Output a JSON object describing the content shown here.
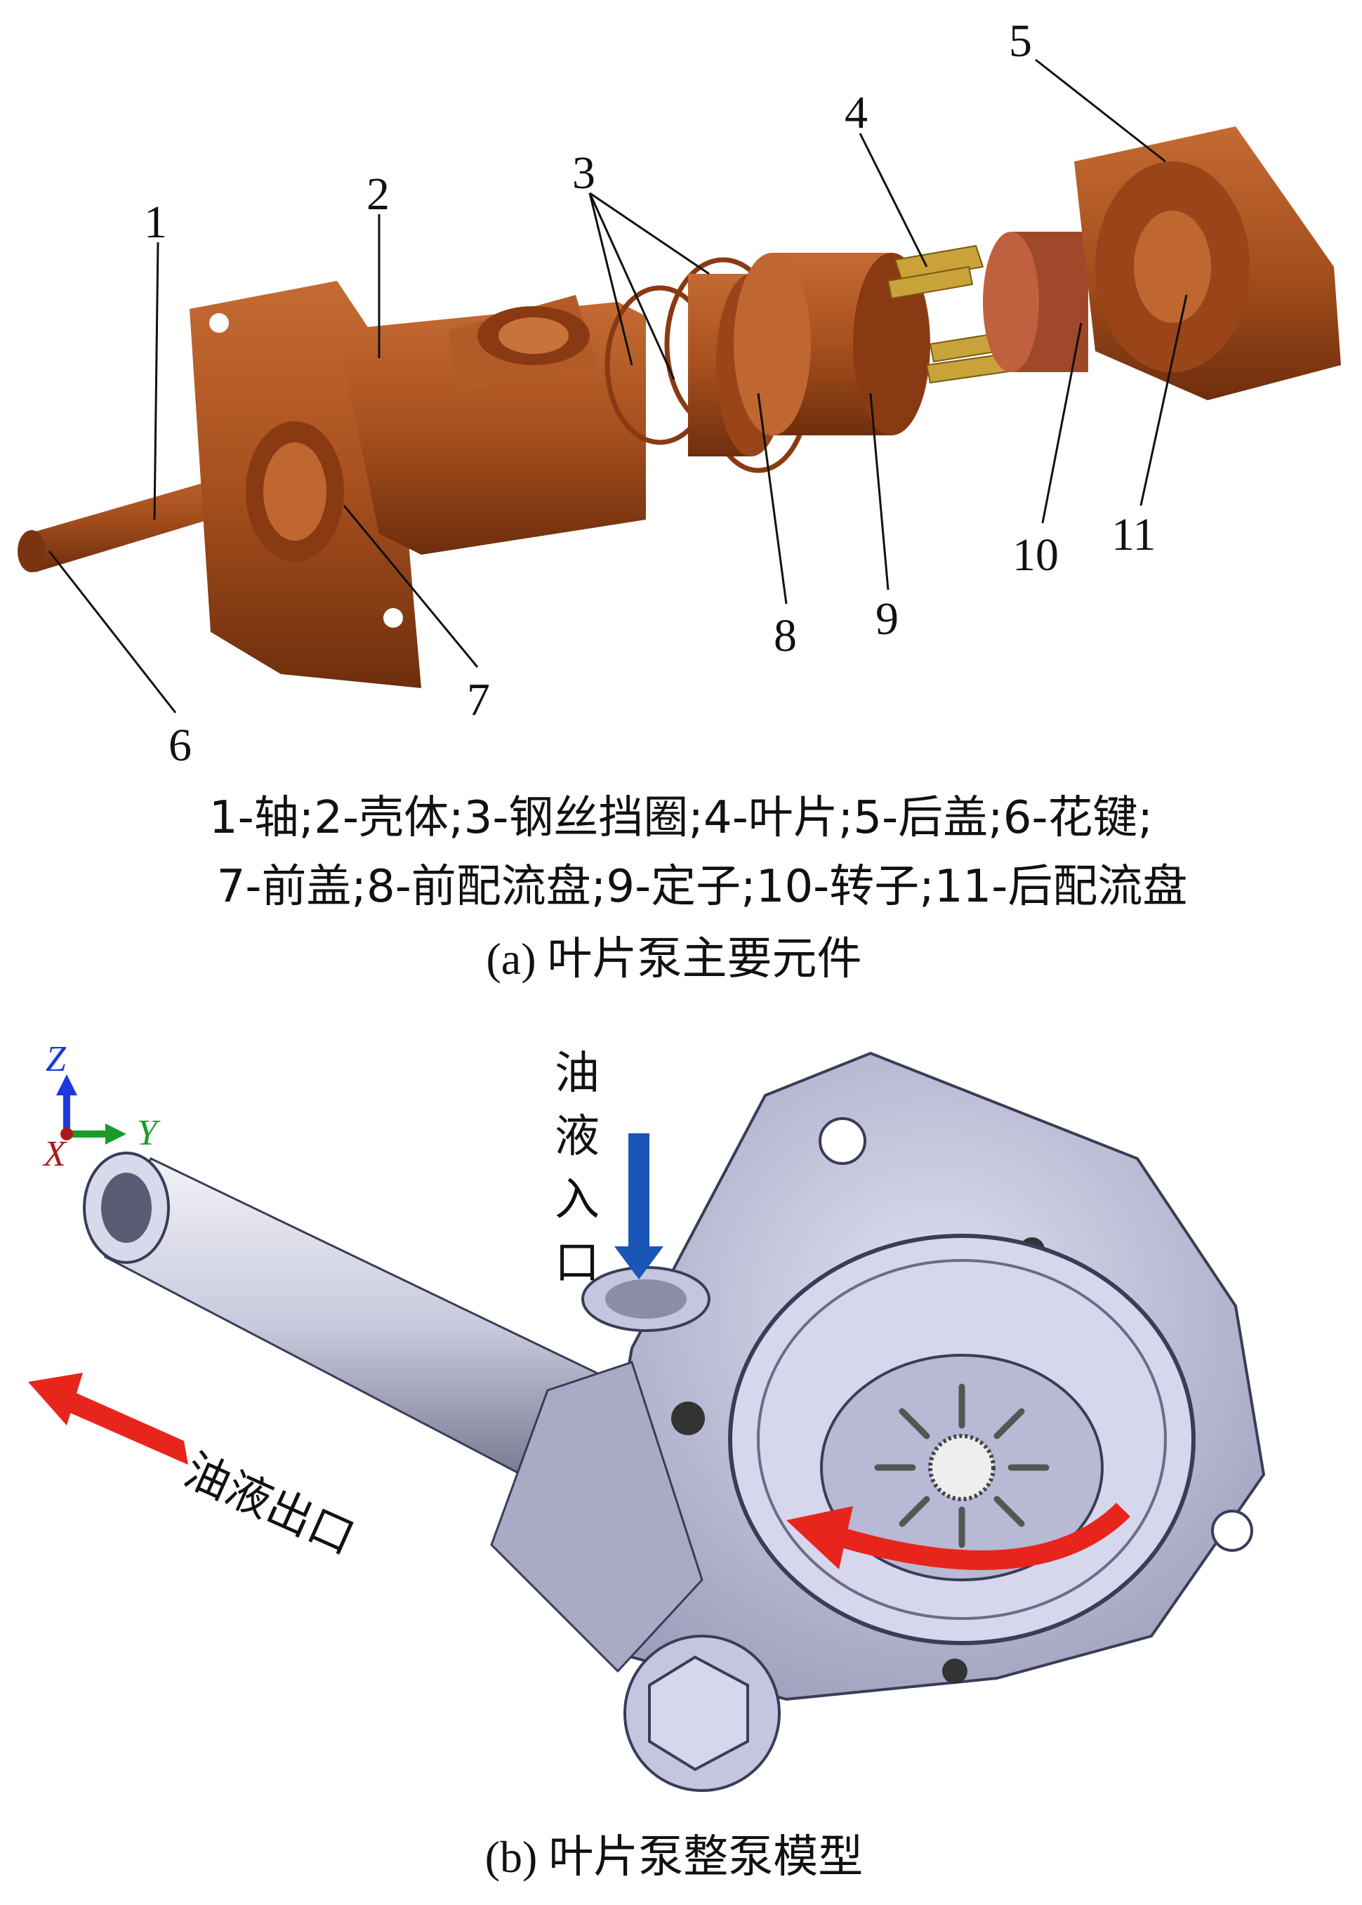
{
  "part_a": {
    "labels": [
      "1",
      "2",
      "3",
      "4",
      "5",
      "6",
      "7",
      "8",
      "9",
      "10",
      "11"
    ],
    "legend_line1": "1-轴;2-壳体;3-钢丝挡圈;4-叶片;5-后盖;6-花键;",
    "legend_line2": "7-前盖;8-前配流盘;9-定子;10-转子;11-后配流盘",
    "caption": "(a) 叶片泵主要元件"
  },
  "part_b": {
    "axis": {
      "z": "Z",
      "y": "Y",
      "x": "X"
    },
    "inlet_label": [
      "油",
      "液",
      "入",
      "口"
    ],
    "outlet_label": "油液出口",
    "caption": "(b) 叶片泵整泵模型"
  },
  "colors": {
    "part": "#a8501e",
    "part_dark": "#6e2e0c",
    "blade": "#c9a23a",
    "body_b": "#c4c6e0",
    "inlet_arrow": "#1a56b8",
    "outlet_arrow": "#e8251c"
  }
}
